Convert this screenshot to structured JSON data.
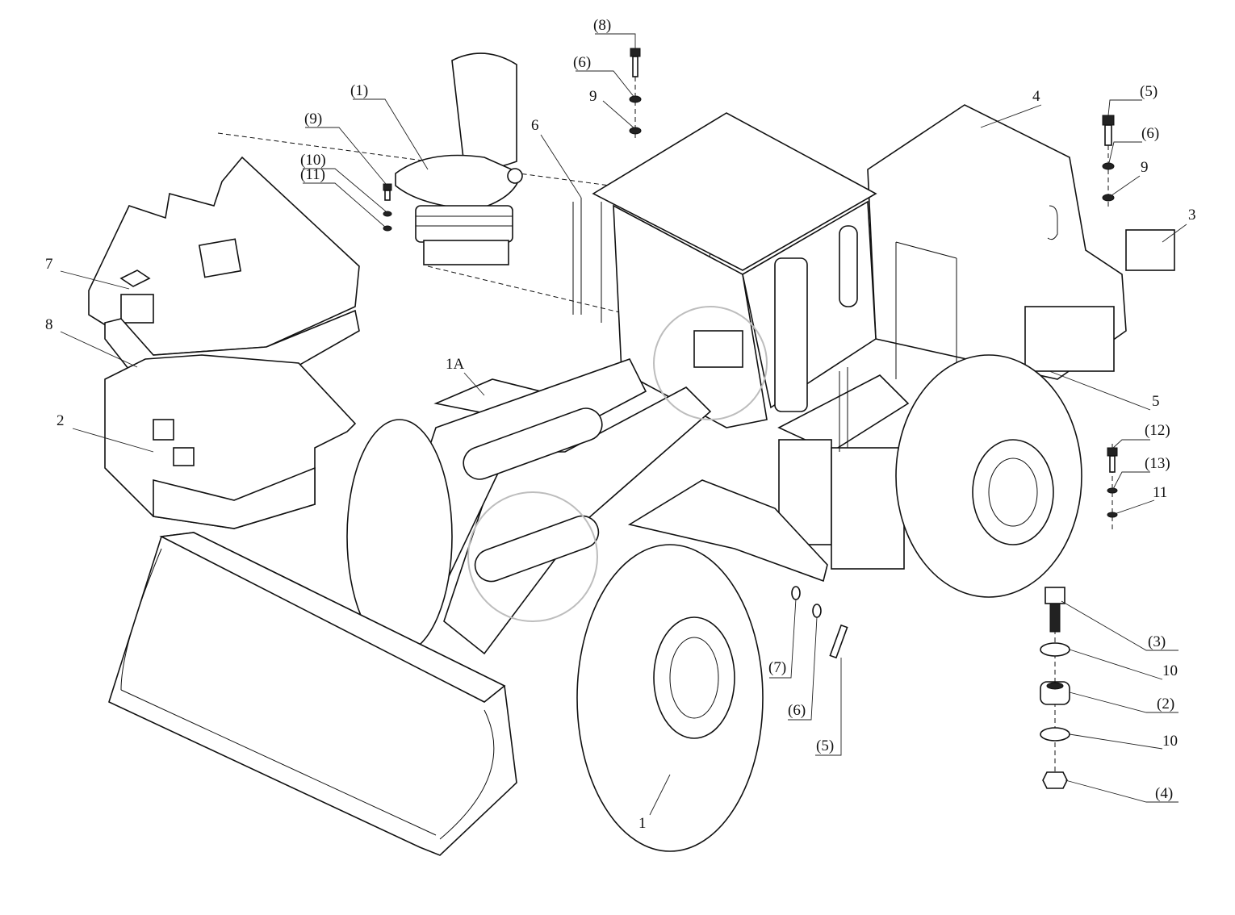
{
  "diagram": {
    "watermark_color": "#bdbdbd",
    "labels": {
      "bolt_top_8": "(8)",
      "washer_top_6": "(6)",
      "washer_top_9": "9",
      "seat_1": "(1)",
      "seat_bolt_9": "(9)",
      "seat_washer_10": "(10)",
      "seat_washer_11": "(11)",
      "plate_7": "7",
      "plate_8": "8",
      "console_2": "2",
      "fender_1A": "1A",
      "handrail_6": "6",
      "hood_4": "4",
      "bolt_right_5": "(5)",
      "washer_right_6": "(6)",
      "washer_right_9": "9",
      "battery_3": "3",
      "rear_fender_5": "5",
      "bolt_right_12": "(12)",
      "washer_right_13": "(13)",
      "washer_right_11": "11",
      "bolt_mount_3": "(3)",
      "washer_mount_10a": "10",
      "mount_2": "(2)",
      "washer_mount_10b": "10",
      "nut_mount_4": "(4)",
      "washer_front_7": "(7)",
      "washer_front_6": "(6)",
      "bolt_front_5": "(5)",
      "front_fender_1": "1"
    }
  }
}
